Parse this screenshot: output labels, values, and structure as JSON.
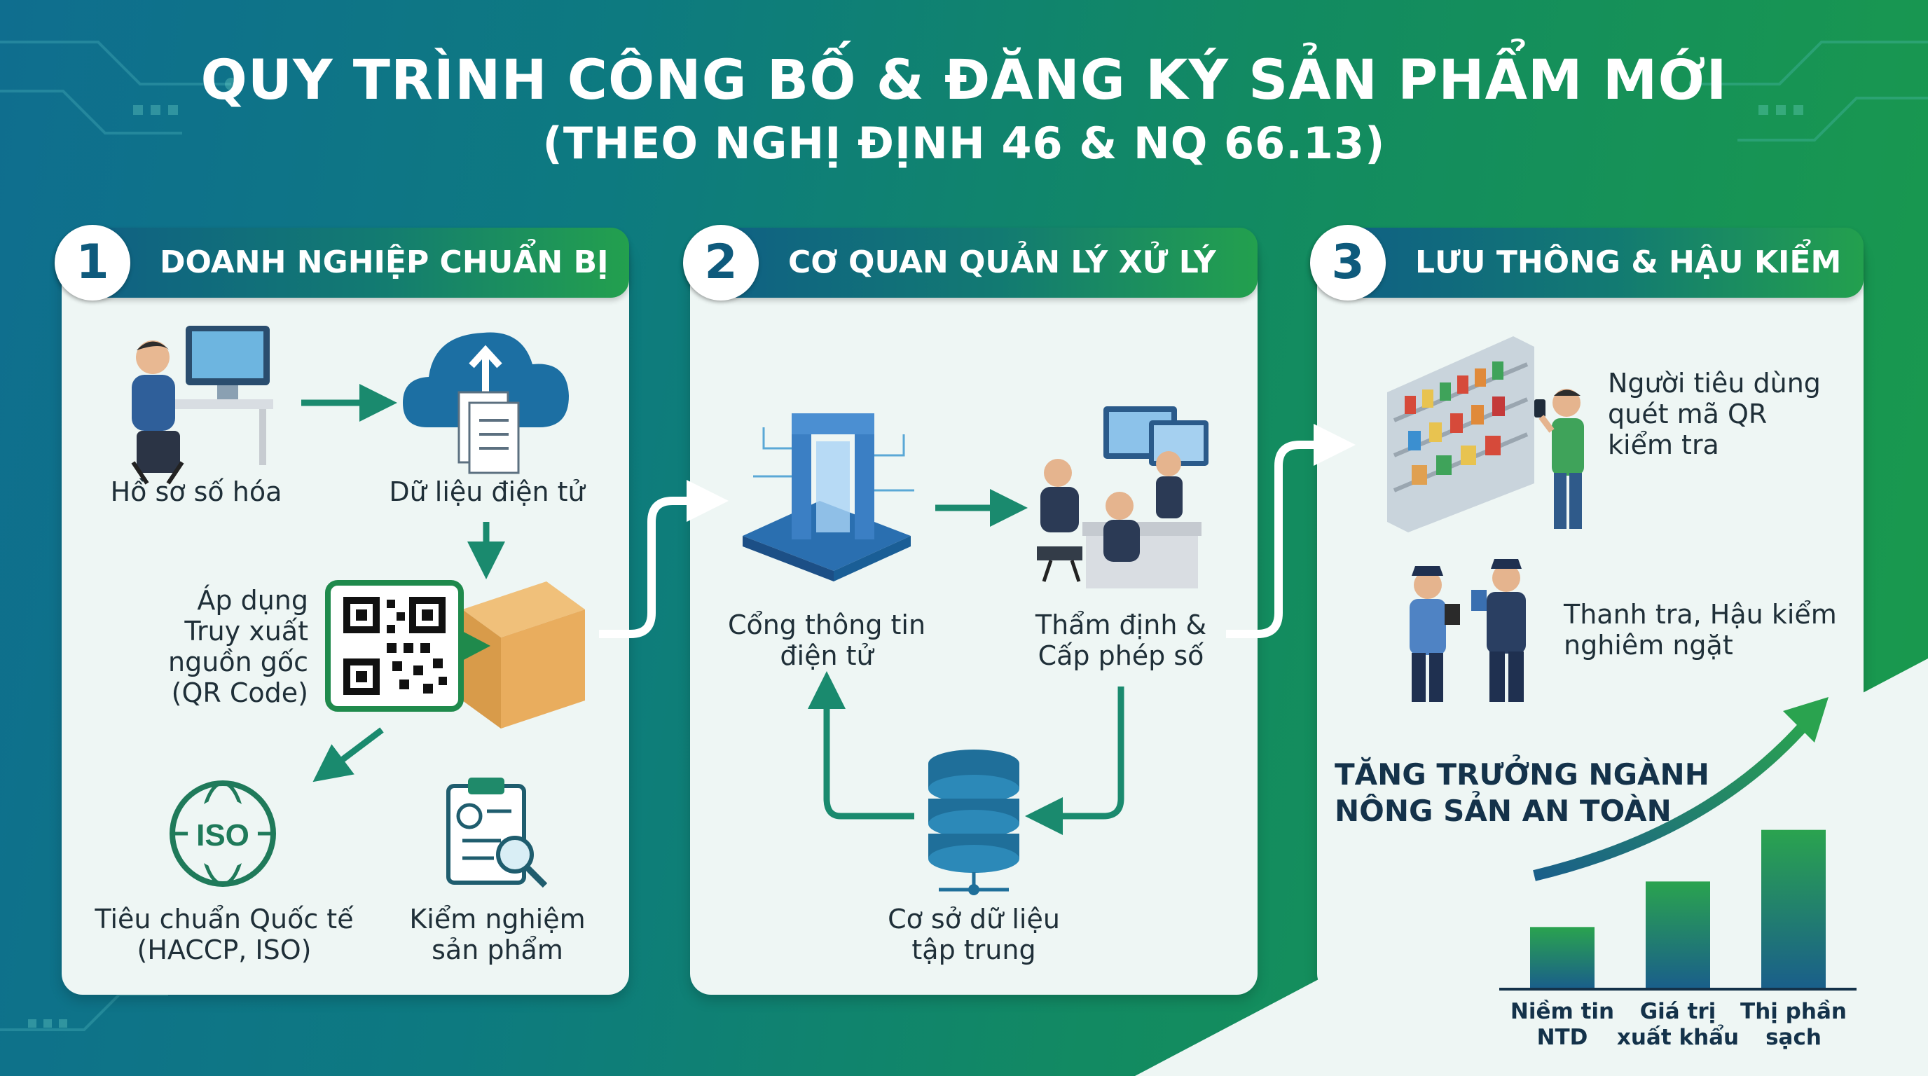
{
  "title": {
    "line1": "QUY TRÌNH CÔNG BỐ & ĐĂNG KÝ SẢN PHẨM MỚI",
    "line2": "(THEO NGHỊ ĐỊNH 46 & NQ 66.13)"
  },
  "steps": [
    {
      "number": "1",
      "heading": "DOANH NGHIỆP CHUẨN BỊ",
      "items": {
        "digitized": "Hồ sơ số hóa",
        "edata": "Dữ liệu điện tử",
        "trace": [
          "Áp dụng",
          "Truy xuất",
          "nguồn gốc",
          "(QR Code)"
        ],
        "standards": [
          "Tiêu chuẩn Quốc tế",
          "(HACCP, ISO)"
        ],
        "testing": [
          "Kiểm nghiệm",
          "sản phẩm"
        ],
        "iso_badge": "ISO"
      }
    },
    {
      "number": "2",
      "heading": "CƠ QUAN QUẢN LÝ XỬ LÝ",
      "items": {
        "portal": [
          "Cổng thông tin",
          "điện tử"
        ],
        "appraisal": [
          "Thẩm định &",
          "Cấp phép số"
        ],
        "database": [
          "Cơ sở dữ liệu",
          "tập trung"
        ]
      }
    },
    {
      "number": "3",
      "heading": "LƯU THÔNG & HẬU KIỂM",
      "items": {
        "consumer": [
          "Người tiêu dùng",
          "quét mã QR",
          "kiểm tra"
        ],
        "inspection": [
          "Thanh tra, Hậu kiểm",
          "nghiêm ngặt"
        ]
      }
    }
  ],
  "chart_data": {
    "type": "bar",
    "title": "TĂNG TRƯỞNG NGÀNH NÔNG SẢN AN TOÀN",
    "title_lines": [
      "TĂNG TRƯỞNG NGÀNH",
      "NÔNG SẢN AN TOÀN"
    ],
    "categories": [
      "Niềm tin NTD",
      "Giá trị xuất khẩu",
      "Thị phần sạch"
    ],
    "category_lines": [
      [
        "Niềm tin",
        "NTD"
      ],
      [
        "Giá trị",
        "xuất khẩu"
      ],
      [
        "Thị phần",
        "sạch"
      ]
    ],
    "values": [
      1.0,
      1.75,
      2.6
    ],
    "ylim": [
      0,
      3
    ],
    "trend": "increasing",
    "grid": false
  },
  "colors": {
    "bg_blue": "#0f6e8f",
    "bg_green": "#1a9a4c",
    "header_blue": "#0f5d86",
    "header_green": "#23a04e",
    "arrow_teal": "#1a8a6e",
    "bar_dark": "#1a5f8a",
    "bar_light": "#2aa34f",
    "card_bg": "#eef6f4"
  },
  "icons": [
    "computer-worker-icon",
    "cloud-upload-icon",
    "qr-box-icon",
    "iso-globe-icon",
    "clipboard-magnifier-icon",
    "portal-gate-icon",
    "officers-desk-icon",
    "database-icon",
    "shelf-consumer-icon",
    "inspectors-icon",
    "trend-arrow-icon"
  ]
}
